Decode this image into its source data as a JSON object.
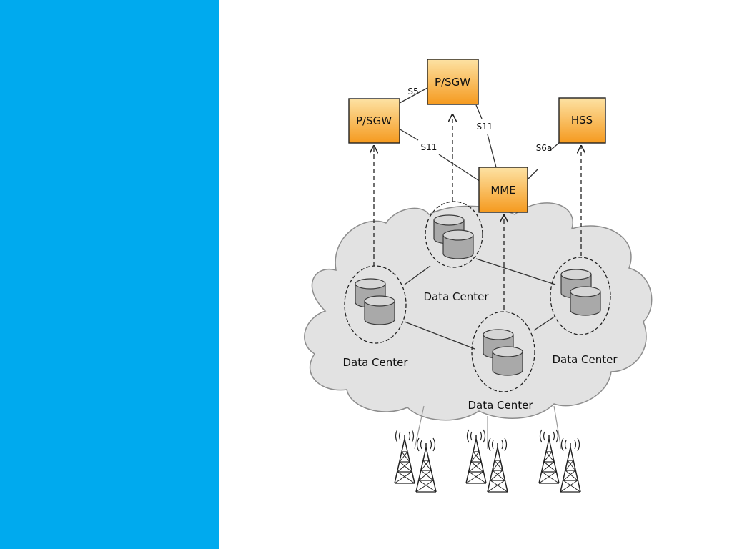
{
  "colors": {
    "sidebar": "#00aaee",
    "node_fill_top": "#fde2a3",
    "node_fill_bottom": "#f59a1f",
    "node_stroke": "#222222",
    "cloud_fill": "#e2e2e2",
    "cloud_stroke": "#8c8c8c",
    "db_fill": "#a9a9a9",
    "db_top": "#d6d6d6"
  },
  "nodes": {
    "psgw_top": "P/SGW",
    "psgw_left": "P/SGW",
    "hss": "HSS",
    "mme": "MME"
  },
  "edge_labels": {
    "s5": "S5",
    "s11_left": "S11",
    "s11_top": "S11",
    "s6a": "S6a"
  },
  "data_centers": {
    "top": "Data Center",
    "left": "Data Center",
    "center": "Data Center",
    "right": "Data Center"
  },
  "icons": {
    "database": "database-cylinder-icon",
    "tower": "cell-tower-icon"
  }
}
